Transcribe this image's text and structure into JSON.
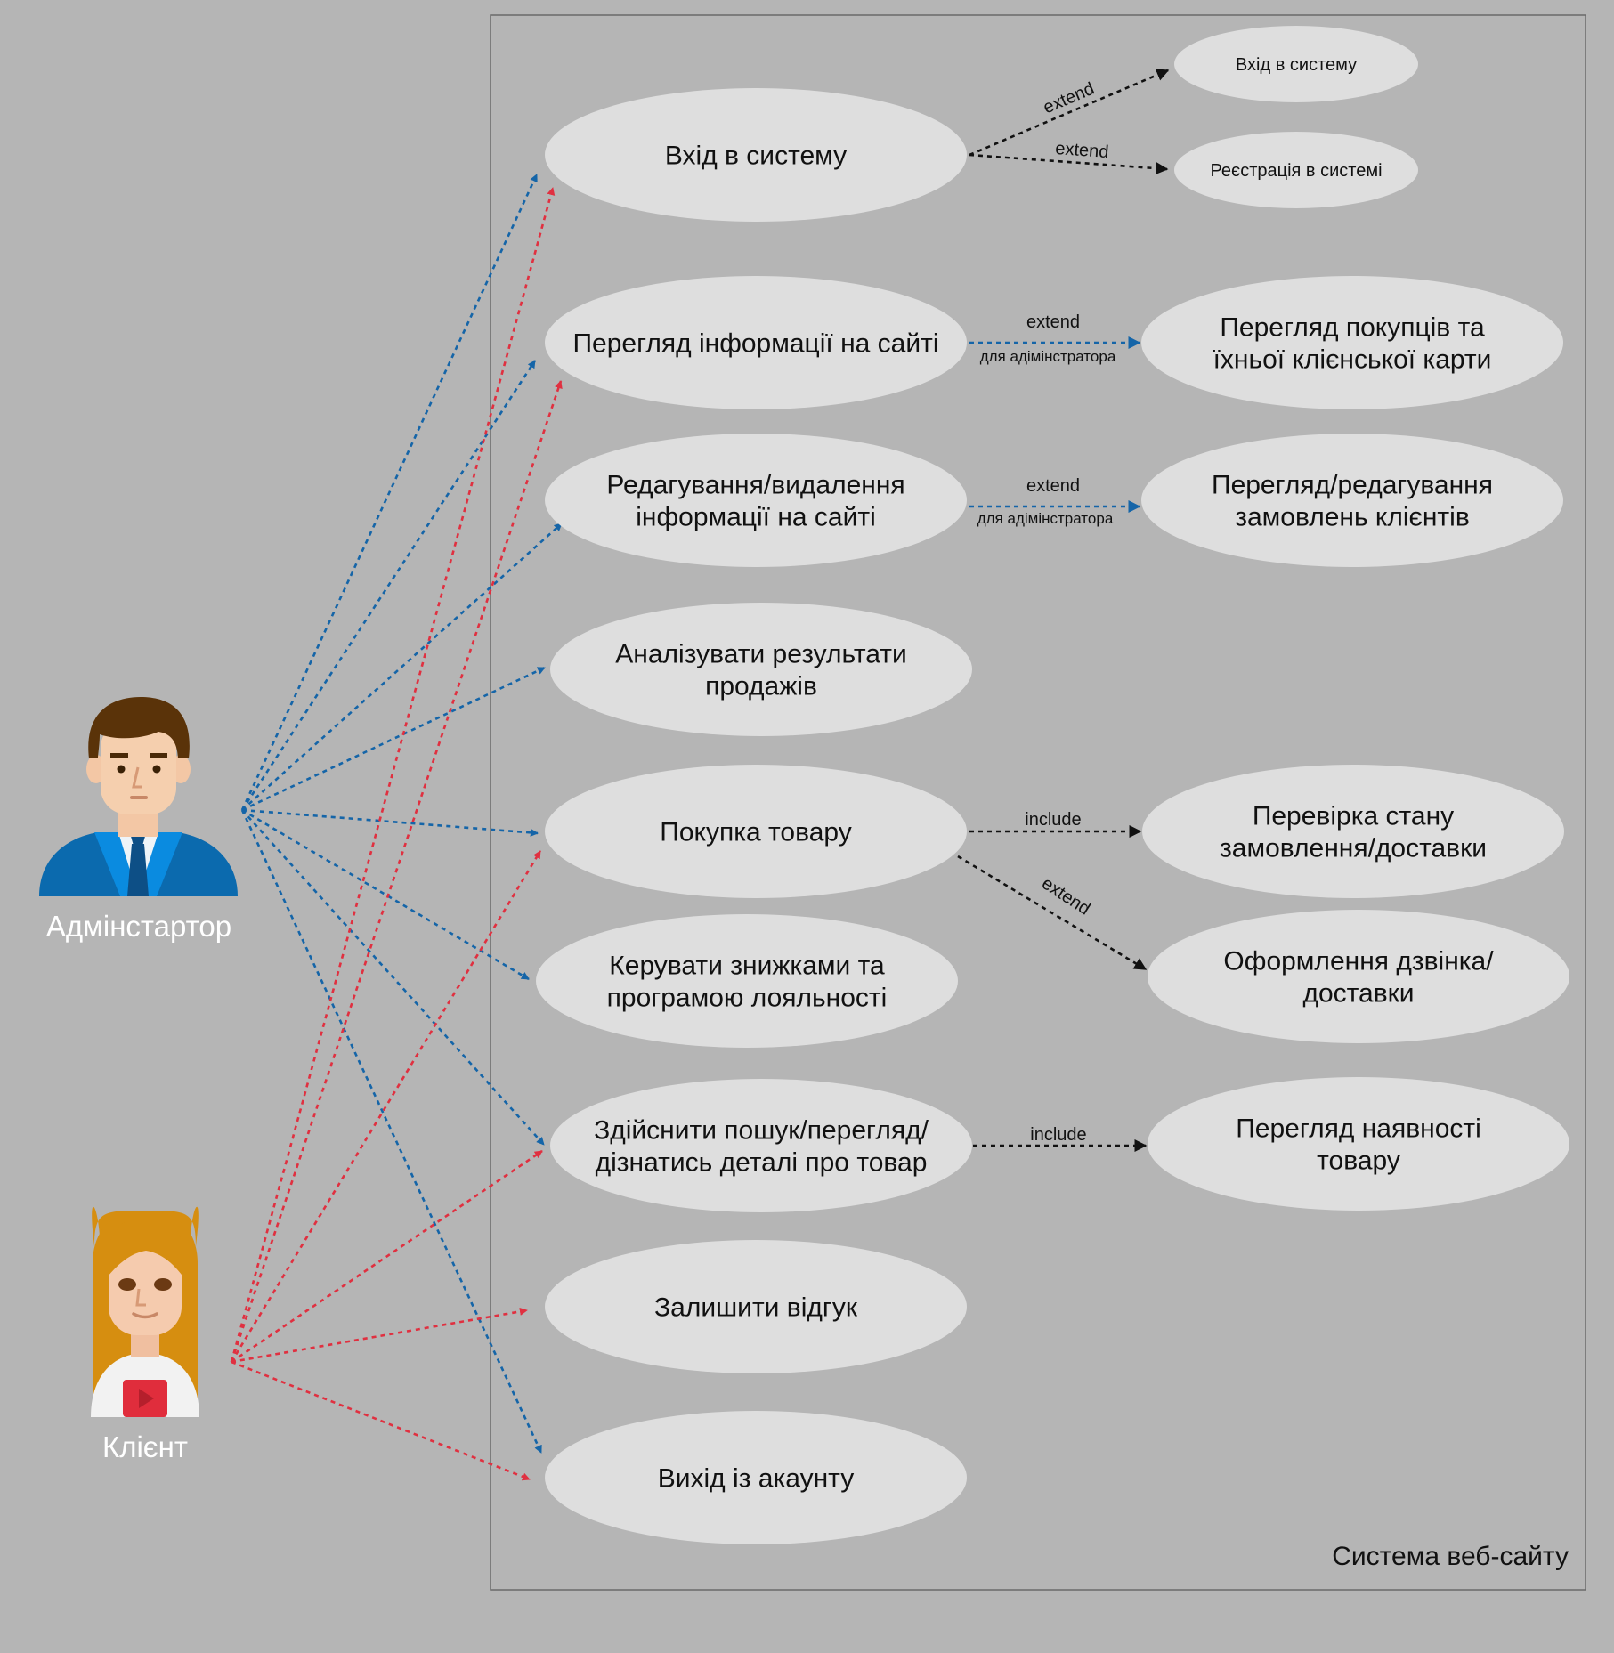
{
  "system": {
    "title": "Система веб-сайту"
  },
  "actors": [
    {
      "id": "admin",
      "label": "Адмінстартор"
    },
    {
      "id": "client",
      "label": "Клієнт"
    }
  ],
  "use_cases": [
    {
      "id": "login",
      "lines": [
        "Вхід в систему"
      ]
    },
    {
      "id": "view_info",
      "lines": [
        "Перегляд інформації на сайті"
      ]
    },
    {
      "id": "edit_info",
      "lines": [
        "Редагування/видалення",
        "інформації на сайті"
      ]
    },
    {
      "id": "analyze",
      "lines": [
        "Аналізувати результати",
        "продажів"
      ]
    },
    {
      "id": "purchase",
      "lines": [
        "Покупка товару"
      ]
    },
    {
      "id": "discounts",
      "lines": [
        "Керувати знижками та",
        "програмою лояльності"
      ]
    },
    {
      "id": "search",
      "lines": [
        "Здійснити пошук/перегляд/",
        "дізнатись деталі про товар"
      ]
    },
    {
      "id": "review",
      "lines": [
        "Залишити відгук"
      ]
    },
    {
      "id": "logout",
      "lines": [
        "Вихід із акаунту"
      ]
    },
    {
      "id": "ext_login",
      "lines": [
        "Вхід в систему"
      ]
    },
    {
      "id": "ext_register",
      "lines": [
        "Реєстрація в системі"
      ]
    },
    {
      "id": "view_buyers",
      "lines": [
        "Перегляд покупців та",
        "їхньої клієнської карти"
      ]
    },
    {
      "id": "view_orders",
      "lines": [
        "Перегляд/редагування",
        "замовлень клієнтів"
      ]
    },
    {
      "id": "check_status",
      "lines": [
        "Перевірка стану",
        "замовлення/доставки"
      ]
    },
    {
      "id": "arrange_call",
      "lines": [
        "Оформлення дзвінка/",
        "доставки"
      ]
    },
    {
      "id": "view_stock",
      "lines": [
        "Перегляд наявності",
        "товару"
      ]
    }
  ],
  "associations": {
    "admin": [
      "login",
      "view_info",
      "edit_info",
      "analyze",
      "purchase",
      "discounts",
      "search",
      "logout"
    ],
    "client": [
      "login",
      "view_info",
      "purchase",
      "search",
      "review",
      "logout"
    ]
  },
  "relations": [
    {
      "from": "login",
      "to": "ext_login",
      "label": "extend",
      "sublabel": ""
    },
    {
      "from": "login",
      "to": "ext_register",
      "label": "extend",
      "sublabel": ""
    },
    {
      "from": "view_info",
      "to": "view_buyers",
      "label": "extend",
      "sublabel": "для адімінстратора"
    },
    {
      "from": "edit_info",
      "to": "view_orders",
      "label": "extend",
      "sublabel": "для адімінстратора"
    },
    {
      "from": "purchase",
      "to": "check_status",
      "label": "include",
      "sublabel": ""
    },
    {
      "from": "purchase",
      "to": "arrange_call",
      "label": "extend",
      "sublabel": ""
    },
    {
      "from": "search",
      "to": "view_stock",
      "label": "include",
      "sublabel": ""
    }
  ],
  "colors": {
    "background": "#b5b5b5",
    "use_case_fill": "#dedede",
    "admin_line": "#1565a8",
    "client_line": "#e03040",
    "relation_line": "#111111",
    "actor_label": "#ffffff"
  }
}
